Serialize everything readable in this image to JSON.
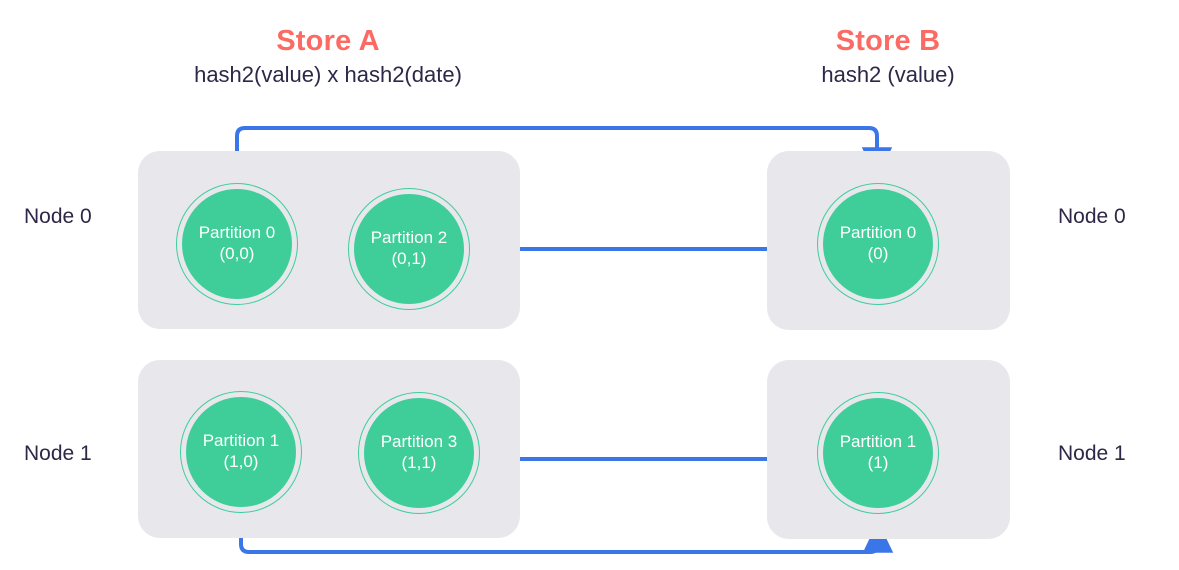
{
  "diagram": {
    "title_color": "#fc6b63",
    "text_color": "#2e2747",
    "panel_color": "#e7e7ec",
    "node_color": "#3fce9a",
    "arrow_color": "#3b76e8"
  },
  "stores": {
    "a": {
      "title": "Store A",
      "subtitle": "hash2(value) x hash2(date)"
    },
    "b": {
      "title": "Store B",
      "subtitle": "hash2 (value)"
    }
  },
  "nodes": {
    "left": [
      {
        "label": "Node 0"
      },
      {
        "label": "Node 1"
      }
    ],
    "right": [
      {
        "label": "Node 0"
      },
      {
        "label": "Node 1"
      }
    ]
  },
  "partitions": {
    "store_a": [
      {
        "name": "Partition 0",
        "key": "(0,0)"
      },
      {
        "name": "Partition 2",
        "key": "(0,1)"
      },
      {
        "name": "Partition 1",
        "key": "(1,0)"
      },
      {
        "name": "Partition 3",
        "key": "(1,1)"
      }
    ],
    "store_b": [
      {
        "name": "Partition 0",
        "key": "(0)"
      },
      {
        "name": "Partition 1",
        "key": "(1)"
      }
    ]
  },
  "connections": [
    {
      "from": "Partition 0 (0,0)",
      "to": "Partition 0 (0)",
      "route": "top"
    },
    {
      "from": "Partition 2 (0,1)",
      "to": "Partition 0 (0)",
      "route": "direct"
    },
    {
      "from": "Partition 1 (1,0)",
      "to": "Partition 1 (1)",
      "route": "bottom"
    },
    {
      "from": "Partition 3 (1,1)",
      "to": "Partition 1 (1)",
      "route": "direct"
    }
  ]
}
